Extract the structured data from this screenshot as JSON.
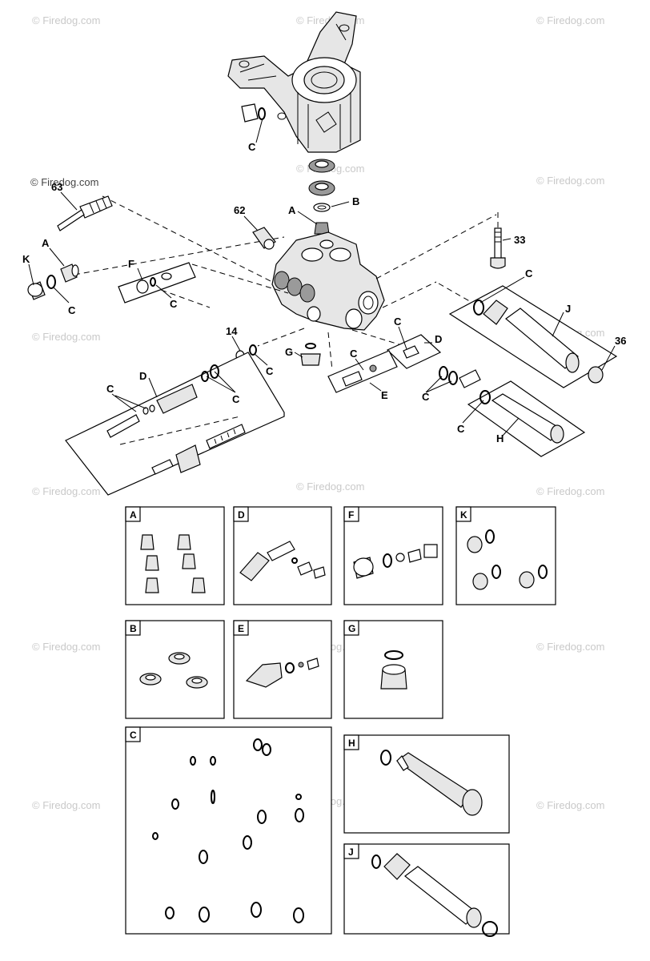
{
  "watermark": "© Firedog.com",
  "callouts": {
    "c_top": "C",
    "p63": "63",
    "a_left": "A",
    "k": "K",
    "c_left": "C",
    "f": "F",
    "c_f": "C",
    "p62": "62",
    "a_mid": "A",
    "b": "B",
    "p33": "33",
    "c_right": "C",
    "j": "J",
    "p36": "36",
    "p14": "14",
    "c_14": "C",
    "g": "G",
    "c_d_right": "C",
    "d_right": "D",
    "c_e": "C",
    "e": "E",
    "c_pair": "C",
    "c_h": "C",
    "h": "H",
    "d_left": "D",
    "c_d_left1": "C",
    "c_d_left2": "C"
  },
  "kits": [
    {
      "letter": "A"
    },
    {
      "letter": "D"
    },
    {
      "letter": "F"
    },
    {
      "letter": "K"
    },
    {
      "letter": "B"
    },
    {
      "letter": "E"
    },
    {
      "letter": "G"
    },
    {
      "letter": "C"
    },
    {
      "letter": "H"
    },
    {
      "letter": "J"
    }
  ]
}
